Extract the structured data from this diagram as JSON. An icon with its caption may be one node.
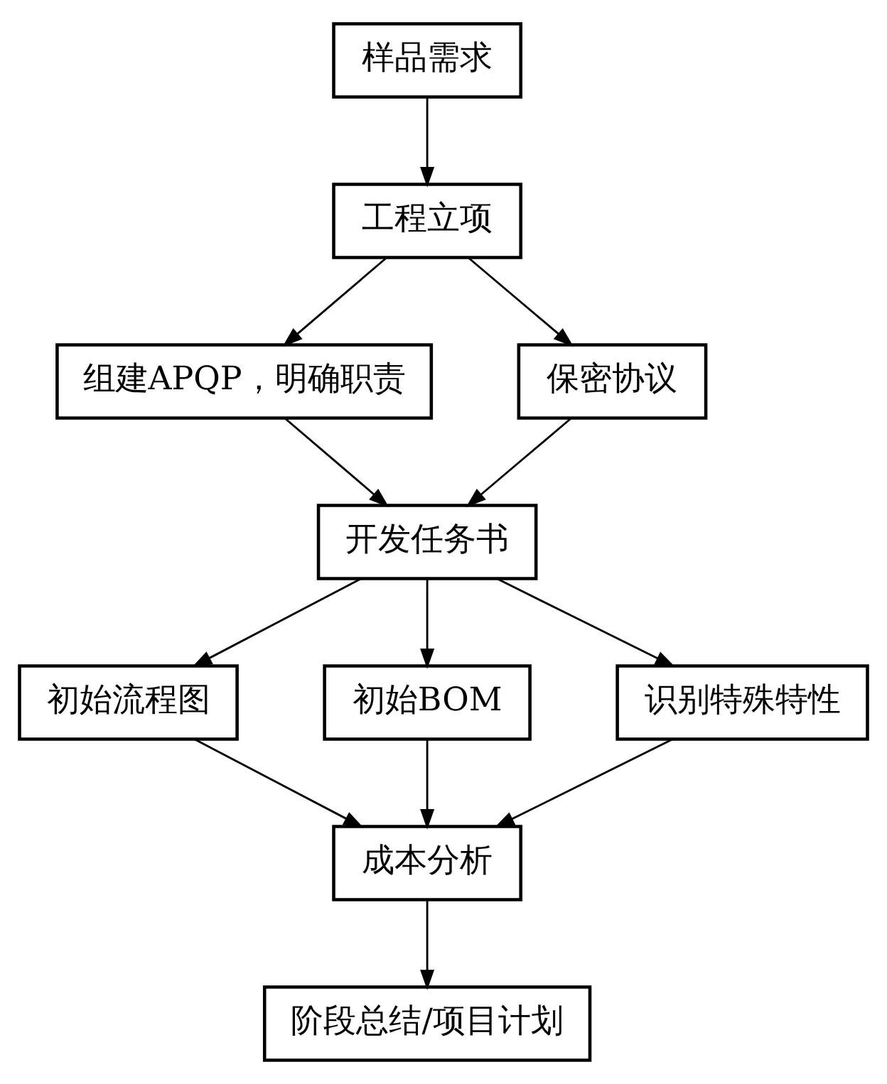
{
  "diagram": {
    "nodes": [
      {
        "text": [
          "样品需求"
        ]
      },
      {
        "text": [
          "工程立项"
        ]
      },
      {
        "text": [
          "组建APQP，明确职责"
        ]
      },
      {
        "text": [
          "保密协议"
        ]
      },
      {
        "text": [
          "开发任务书"
        ]
      },
      {
        "text": [
          "初始流程图"
        ]
      },
      {
        "text": [
          "初始BOM"
        ]
      },
      {
        "text": [
          "识别特殊特性"
        ]
      },
      {
        "text": [
          "成本分析"
        ]
      },
      {
        "text": [
          "阶段总结/项目计划"
        ]
      }
    ],
    "edges": [
      {
        "from": 0,
        "to": 1,
        "arrow": "to"
      },
      {
        "from": 1,
        "to": 2,
        "arrow": "to"
      },
      {
        "from": 1,
        "to": 3,
        "arrow": "to"
      },
      {
        "from": 2,
        "to": 4,
        "arrow": "to"
      },
      {
        "from": 3,
        "to": 4,
        "arrow": "to"
      },
      {
        "from": 4,
        "to": 5,
        "arrow": "to"
      },
      {
        "from": 4,
        "to": 6,
        "arrow": "to"
      },
      {
        "from": 4,
        "to": 7,
        "arrow": "to"
      },
      {
        "from": 5,
        "to": 8,
        "arrow": "to"
      },
      {
        "from": 6,
        "to": 8,
        "arrow": "to"
      },
      {
        "from": 7,
        "to": 8,
        "arrow": "to"
      },
      {
        "from": 8,
        "to": 9,
        "arrow": "to"
      }
    ]
  }
}
